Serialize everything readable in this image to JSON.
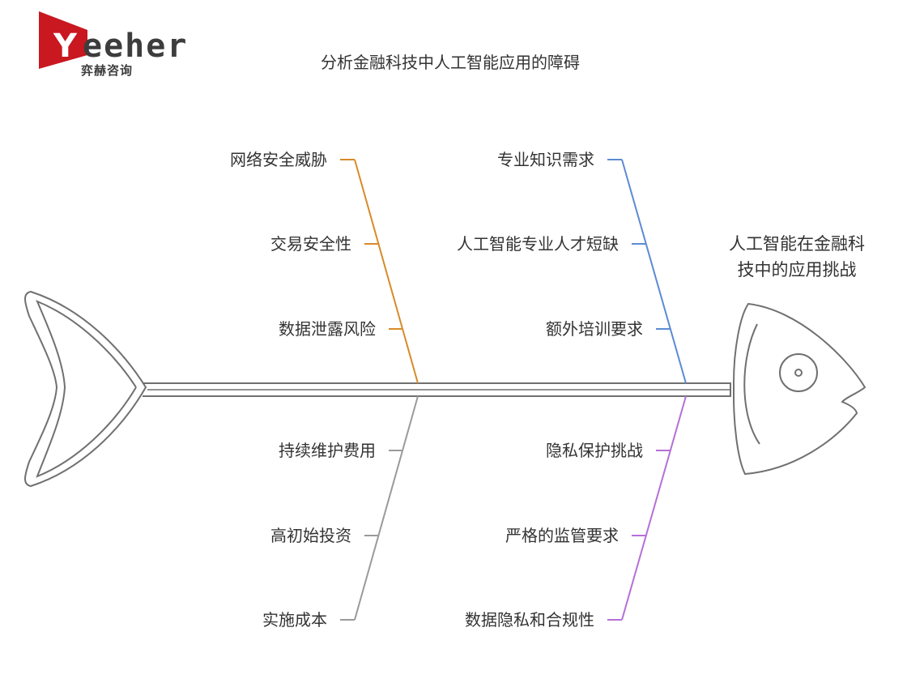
{
  "logo": {
    "initial": "Y",
    "wordmark": "eeher",
    "subtitle": "弈赫咨询",
    "brand_color": "#c9181f"
  },
  "title": "分析金融科技中人工智能应用的障碍",
  "head_label": [
    "人工智能在金融科",
    "技中的应用挑战"
  ],
  "branches": [
    {
      "color": "#d88a2a",
      "causes": [
        "网络安全威胁",
        "交易安全性",
        "数据泄露风险"
      ]
    },
    {
      "color": "#5b8bd3",
      "causes": [
        "专业知识需求",
        "人工智能专业人才短缺",
        "额外培训要求"
      ]
    },
    {
      "color": "#9a9a9a",
      "causes": [
        "持续维护费用",
        "高初始投资",
        "实施成本"
      ]
    },
    {
      "color": "#b56fd9",
      "causes": [
        "隐私保护挑战",
        "严格的监管要求",
        "数据隐私和合规性"
      ]
    }
  ],
  "outline_color": "#707070"
}
